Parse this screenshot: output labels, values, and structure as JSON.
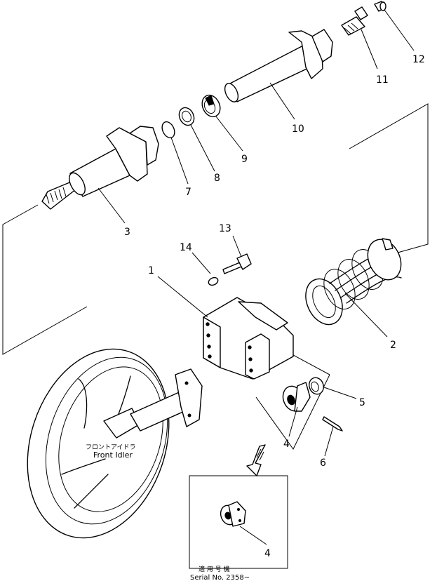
{
  "parts": [
    {
      "no": "1"
    },
    {
      "no": "2"
    },
    {
      "no": "3"
    },
    {
      "no": "4"
    },
    {
      "no": "4"
    },
    {
      "no": "5"
    },
    {
      "no": "6"
    },
    {
      "no": "7"
    },
    {
      "no": "8"
    },
    {
      "no": "9"
    },
    {
      "no": "10"
    },
    {
      "no": "11"
    },
    {
      "no": "12"
    },
    {
      "no": "13"
    },
    {
      "no": "14"
    }
  ],
  "front_idler": {
    "jp": "フロントアイドラ",
    "en": "Front Idler"
  },
  "serial": {
    "jp": "適 用 号 機",
    "en": "Serial No. 2358~"
  }
}
